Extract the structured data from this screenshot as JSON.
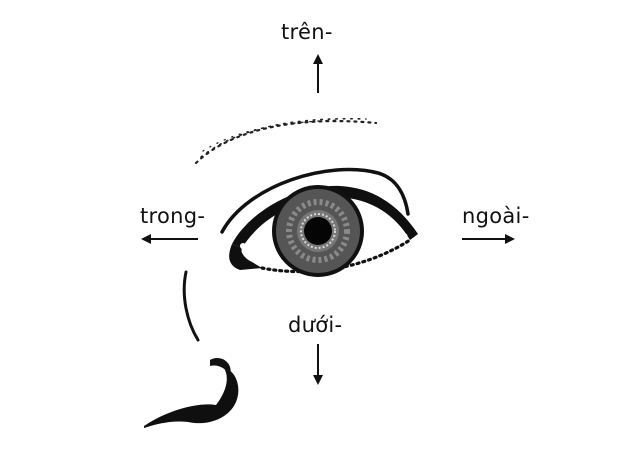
{
  "labels": {
    "top": "trên-",
    "left": "trong-",
    "right": "ngoài-",
    "bottom": "dưới-"
  },
  "colors": {
    "ink": "#111111",
    "iris": "#555555",
    "background": "#ffffff"
  }
}
